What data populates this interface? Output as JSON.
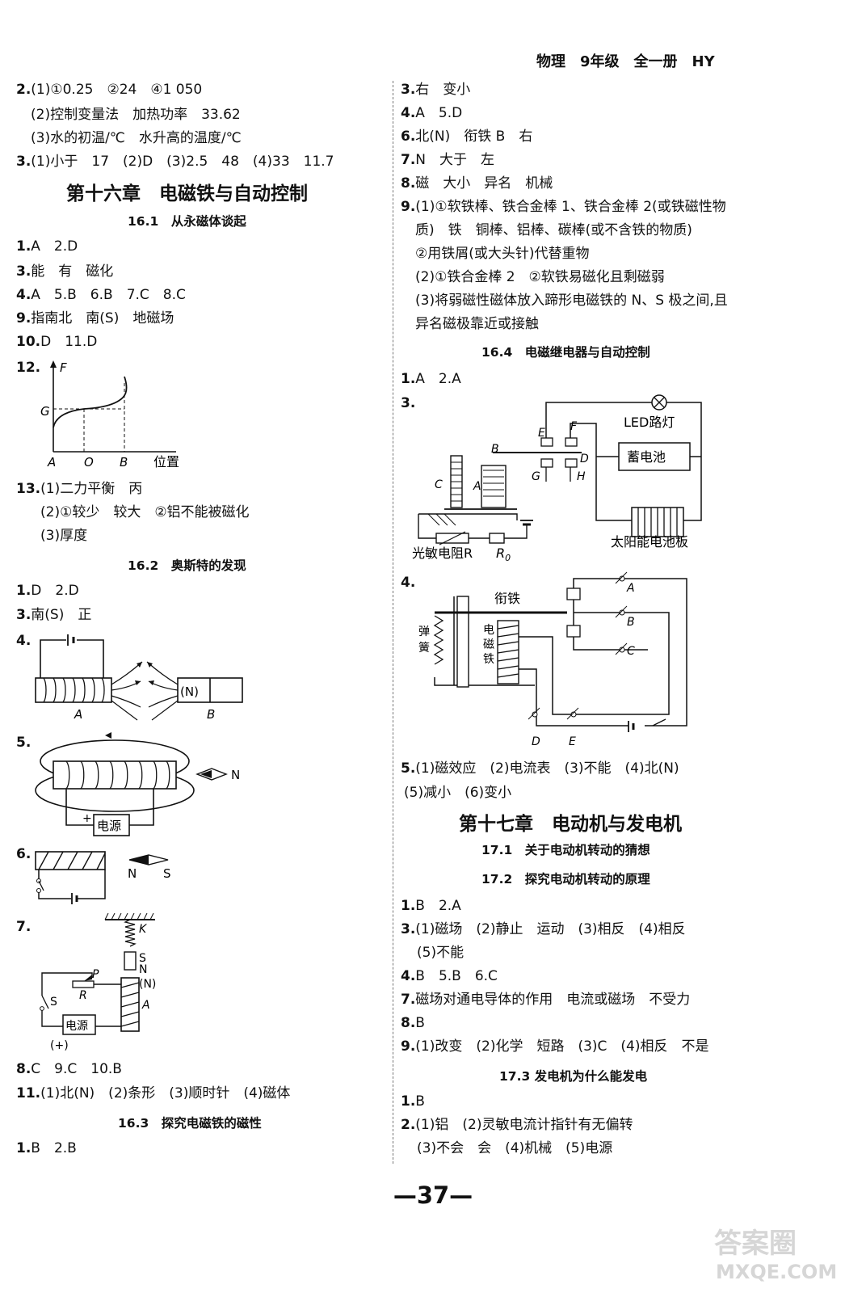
{
  "header": {
    "text": "物理　9年级　全一册　HY"
  },
  "left": {
    "lines": [
      {
        "n": "2.",
        "t": "(1)①0.25　②24　④1 050"
      },
      {
        "n": "",
        "t": "(2)控制变量法　加热功率　33.62"
      },
      {
        "n": "",
        "t": "(3)水的初温/℃　水升高的温度/℃"
      },
      {
        "n": "3.",
        "t": "(1)小于　17　(2)D　(3)2.5　48　(4)33　11.7"
      }
    ],
    "chapter16": "第十六章　电磁铁与自动控制",
    "sec161": "16.1　从永磁体谈起",
    "s1": [
      {
        "n": "1.",
        "t": "A　2.D"
      },
      {
        "n": "3.",
        "t": "能　有　磁化"
      },
      {
        "n": "4.",
        "t": "A　5.B　6.B　7.C　8.C"
      },
      {
        "n": "9.",
        "t": "指南北　南(S)　地磁场"
      },
      {
        "n": "10.",
        "t": "D　11.D"
      }
    ],
    "q12": {
      "n": "12.",
      "F": "F",
      "G": "G",
      "A": "A",
      "O": "O",
      "B": "B",
      "x": "位置"
    },
    "s1b": [
      {
        "n": "13.",
        "t": "(1)二力平衡　丙"
      },
      {
        "n": "",
        "t": "(2)①较少　较大　②铝不能被磁化"
      },
      {
        "n": "",
        "t": "(3)厚度"
      }
    ],
    "sec162": "16.2　奥斯特的发现",
    "s2": [
      {
        "n": "1.",
        "t": "D　2.D"
      },
      {
        "n": "3.",
        "t": "南(S)　正"
      }
    ],
    "q4": {
      "n": "4.",
      "N": "(N)",
      "A": "A",
      "B": "B"
    },
    "q5": {
      "n": "5.",
      "plus": "+",
      "src": "电源",
      "N": "N"
    },
    "q6": {
      "n": "6.",
      "N": "N",
      "S": "S"
    },
    "q7": {
      "n": "7.",
      "K": "K",
      "S1": "S",
      "N1": "N",
      "P": "P",
      "R": "R",
      "N2": "(N)",
      "A": "A",
      "S2": "S",
      "src": "电源",
      "plus": "(+)"
    },
    "s3": [
      {
        "n": "8.",
        "t": "C　9.C　10.B"
      },
      {
        "n": "11.",
        "t": "(1)北(N)　(2)条形　(3)顺时针　(4)磁体"
      }
    ],
    "sec163": "16.3　探究电磁铁的磁性",
    "s4": [
      {
        "n": "1.",
        "t": "B　2.B"
      }
    ]
  },
  "right": {
    "r1": [
      {
        "n": "3.",
        "t": "右　变小"
      },
      {
        "n": "4.",
        "t": "A　5.D"
      },
      {
        "n": "6.",
        "t": "北(N)　衔铁 B　右"
      },
      {
        "n": "7.",
        "t": "N　大于　左"
      },
      {
        "n": "8.",
        "t": "磁　大小　异名　机械"
      },
      {
        "n": "9.",
        "t": "(1)①软铁棒、铁合金棒 1、铁合金棒 2(或铁磁性物"
      },
      {
        "n": "",
        "t": "质)　铁　铜棒、铝棒、碳棒(或不含铁的物质)"
      },
      {
        "n": "",
        "t": "②用铁屑(或大头针)代替重物"
      },
      {
        "n": "",
        "t": "(2)①铁合金棒 2　②软铁易磁化且剩磁弱"
      },
      {
        "n": "",
        "t": "(3)将弱磁性磁体放入蹄形电磁铁的 N、S 极之间,且"
      },
      {
        "n": "",
        "t": "异名磁极靠近或接触"
      }
    ],
    "sec164": "16.4　电磁继电器与自动控制",
    "r2": [
      {
        "n": "1.",
        "t": "A　2.A"
      }
    ],
    "q3": {
      "n": "3.",
      "led": "LED路灯",
      "bat": "蓄电池",
      "solar": "太阳能电池板",
      "photo": "光敏电阻R",
      "R0": "R",
      "R0sub": "0",
      "E": "E",
      "F": "F",
      "D": "D",
      "G": "G",
      "H": "H",
      "B": "B",
      "C": "C",
      "A": "A"
    },
    "q4": {
      "n": "4.",
      "arm": "衔铁",
      "spring": "弹簧",
      "em": "电磁铁",
      "A": "A",
      "B": "B",
      "C": "C",
      "D": "D",
      "E": "E"
    },
    "r3": [
      {
        "n": "5.",
        "t": "(1)磁效应　(2)电流表　(3)不能　(4)北(N)"
      },
      {
        "n": "",
        "t": "(5)减小　(6)变小"
      }
    ],
    "chapter17": "第十七章　电动机与发电机",
    "sec171": "17.1　关于电动机转动的猜想",
    "sec172": "17.2　探究电动机转动的原理",
    "r4": [
      {
        "n": "1.",
        "t": "B　2.A"
      },
      {
        "n": "3.",
        "t": "(1)磁场　(2)静止　运动　(3)相反　(4)相反"
      },
      {
        "n": "",
        "t": "(5)不能"
      },
      {
        "n": "4.",
        "t": "B　5.B　6.C"
      },
      {
        "n": "7.",
        "t": "磁场对通电导体的作用　电流或磁场　不受力"
      },
      {
        "n": "8.",
        "t": "B"
      },
      {
        "n": "9.",
        "t": "(1)改变　(2)化学　短路　(3)C　(4)相反　不是"
      }
    ],
    "sec173": "17.3 发电机为什么能发电",
    "r5": [
      {
        "n": "1.",
        "t": "B"
      },
      {
        "n": "2.",
        "t": "(1)铝　(2)灵敏电流计指针有无偏转"
      },
      {
        "n": "",
        "t": "(3)不会　会　(4)机械　(5)电源"
      }
    ]
  },
  "footer": {
    "page": "—37—"
  },
  "watermark": {
    "top": "答案圈",
    "bottom": "MXQE.COM"
  }
}
